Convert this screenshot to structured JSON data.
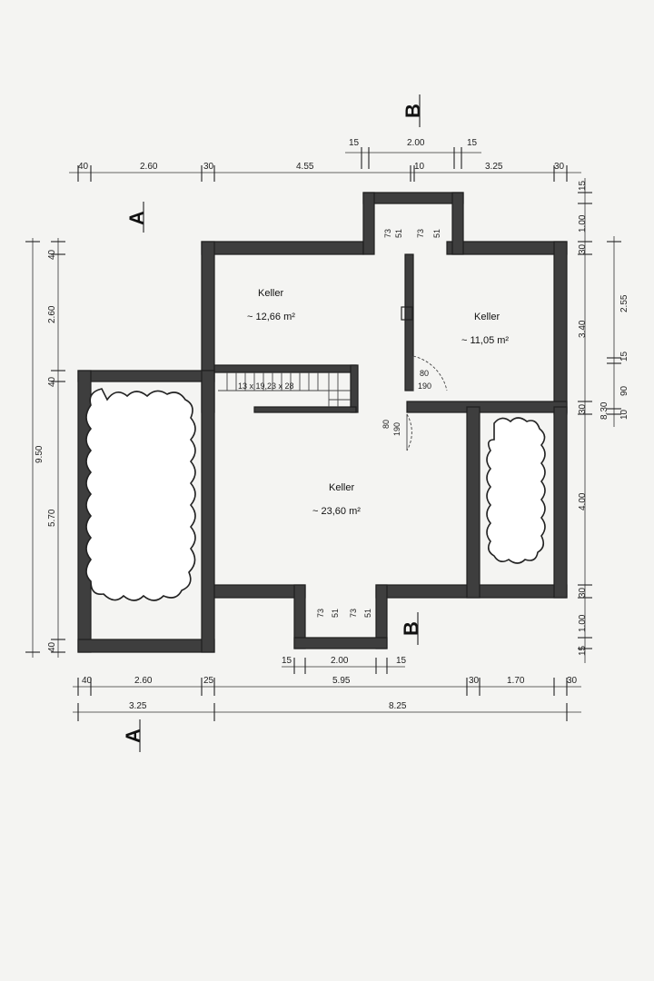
{
  "rooms": [
    {
      "name": "Keller",
      "area": "~ 12,66 m²"
    },
    {
      "name": "Keller",
      "area": "~ 11,05 m²"
    },
    {
      "name": "Keller",
      "area": "~ 23,60 m²"
    }
  ],
  "stair": {
    "label": "13 x 19,23 x 28"
  },
  "sections": {
    "a": "A",
    "b": "B"
  },
  "top_dims": {
    "b_niche": "2.00",
    "b_niche_left": "15",
    "b_niche_right": "15",
    "row": [
      "40",
      "2.60",
      "30",
      "4.55",
      "10",
      "3.25",
      "30"
    ]
  },
  "bottom_dims": {
    "b_niche_left": "15",
    "b_niche": "2.00",
    "b_niche_right": "15",
    "row1": [
      "40",
      "2.60",
      "25",
      "5.95",
      "30",
      "1.70",
      "30"
    ],
    "row2": [
      "3.25",
      "8.25"
    ]
  },
  "left_dims": {
    "total": "9.50",
    "parts": [
      "40",
      "2.60",
      "40",
      "5.70",
      "40"
    ]
  },
  "right_dims": {
    "inner": [
      "15",
      "1.00",
      "30",
      "3.40",
      "30",
      "4.00",
      "30",
      "1.00",
      "15"
    ],
    "outer": [
      "2.55",
      "15",
      "90",
      "10",
      "8.30"
    ]
  },
  "doors": {
    "top_left": [
      "73",
      "51"
    ],
    "top_right": [
      "73",
      "51"
    ],
    "bottom_left": [
      "73",
      "51"
    ],
    "bottom_right": [
      "73",
      "51"
    ],
    "mid_right": [
      "80",
      "190"
    ],
    "mid_center": [
      "80",
      "190"
    ]
  }
}
